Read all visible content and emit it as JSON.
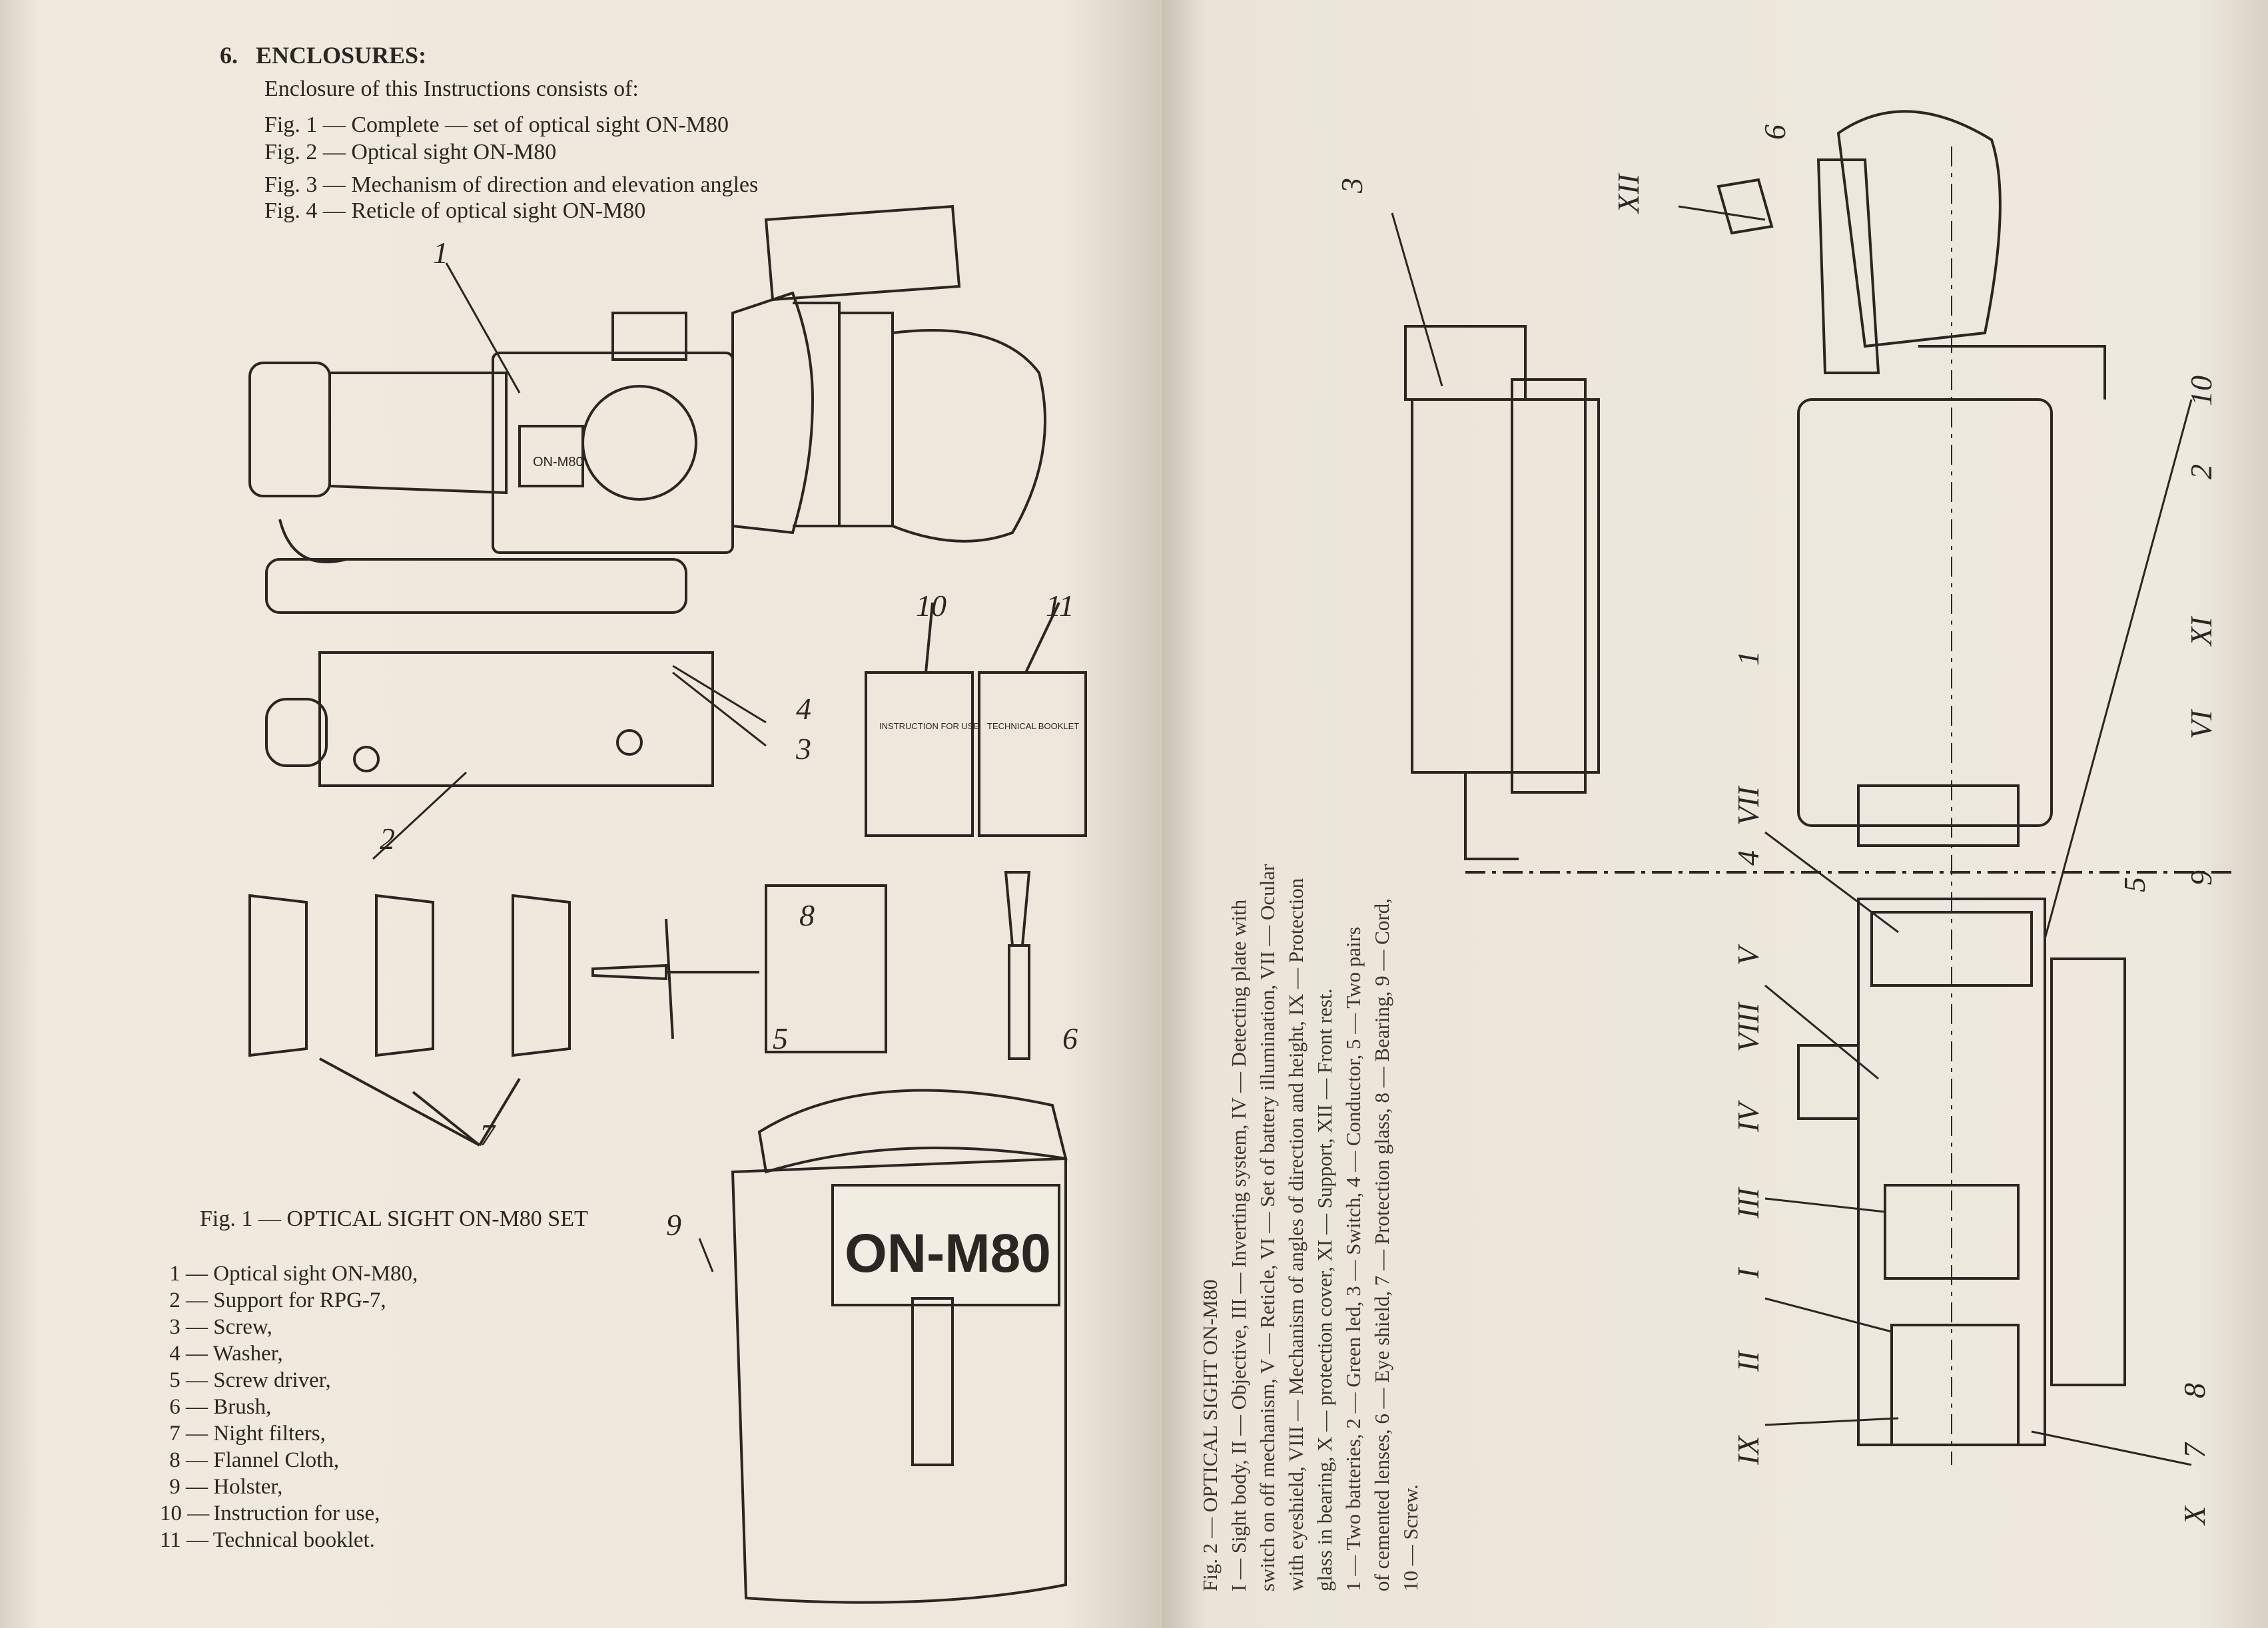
{
  "left_page": {
    "section_number": "6.",
    "section_title": "ENCLOSURES:",
    "intro": "Enclosure of this Instructions consists of:",
    "figures": [
      "Fig. 1 — Complete — set of optical sight ON-M80",
      "Fig. 2 — Optical sight ON-M80",
      "Fig. 3 — Mechanism of direction and elevation angles",
      "Fig. 4 — Reticle of optical sight ON-M80"
    ],
    "fig1_caption": "Fig. 1 — OPTICAL SIGHT ON-M80 SET",
    "fig1_items": [
      {
        "n": "1 —",
        "text": "Optical sight ON-M80,"
      },
      {
        "n": "2 —",
        "text": "Support for RPG-7,"
      },
      {
        "n": "3 —",
        "text": "Screw,"
      },
      {
        "n": "4 —",
        "text": "Washer,"
      },
      {
        "n": "5 —",
        "text": "Screw driver,"
      },
      {
        "n": "6 —",
        "text": "Brush,"
      },
      {
        "n": "7 —",
        "text": "Night filters,"
      },
      {
        "n": "8 —",
        "text": "Flannel Cloth,"
      },
      {
        "n": "9 —",
        "text": "Holster,"
      },
      {
        "n": "10 —",
        "text": "Instruction for use,"
      },
      {
        "n": "11 —",
        "text": "Technical booklet."
      }
    ],
    "booklet_instruction": "INSTRUCTION FOR USE",
    "booklet_technical": "TECHNICAL BOOKLET",
    "holster_label": "ON-M80",
    "sight_label": "ON-M80",
    "callouts": [
      "1",
      "2",
      "3",
      "4",
      "5",
      "6",
      "7",
      "8",
      "9",
      "10",
      "11"
    ]
  },
  "right_page": {
    "caption_title": "Fig. 2 — OPTICAL SIGHT ON-M80",
    "caption_lines_roman": [
      "I — Sight body, II — Objective, III — Inverting system, IV — Detecting plate with",
      "switch on off mechanism, V — Reticle, VI — Set of battery illumination, VII — Ocular",
      "with eyeshield, VIII — Mechanism of angles of direction and height, IX — Protection",
      "glass in bearing, X — protection cover, XI — Support, XII — Front rest."
    ],
    "caption_lines_arabic": [
      "1 — Two batteries, 2 — Green led, 3 — Switch, 4 — Conductor, 5 — Two pairs",
      "of cemented lenses, 6 — Eye shield, 7 — Protection glass, 8 — Bearing, 9 — Cord,",
      "10 — Screw."
    ],
    "callouts": {
      "c3": "3",
      "c6": "6",
      "cXII": "XII",
      "c10": "10",
      "c2": "2",
      "cXI": "XI",
      "cVI": "VI",
      "c9": "9",
      "c5": "5",
      "cVII": "VII",
      "c4": "4",
      "cV": "V",
      "cVIII": "VIII",
      "cIV": "IV",
      "cIII": "III",
      "cI": "I",
      "cII": "II",
      "cIX": "IX",
      "cX": "X",
      "c7": "7",
      "c8": "8",
      "c1": "1"
    }
  }
}
